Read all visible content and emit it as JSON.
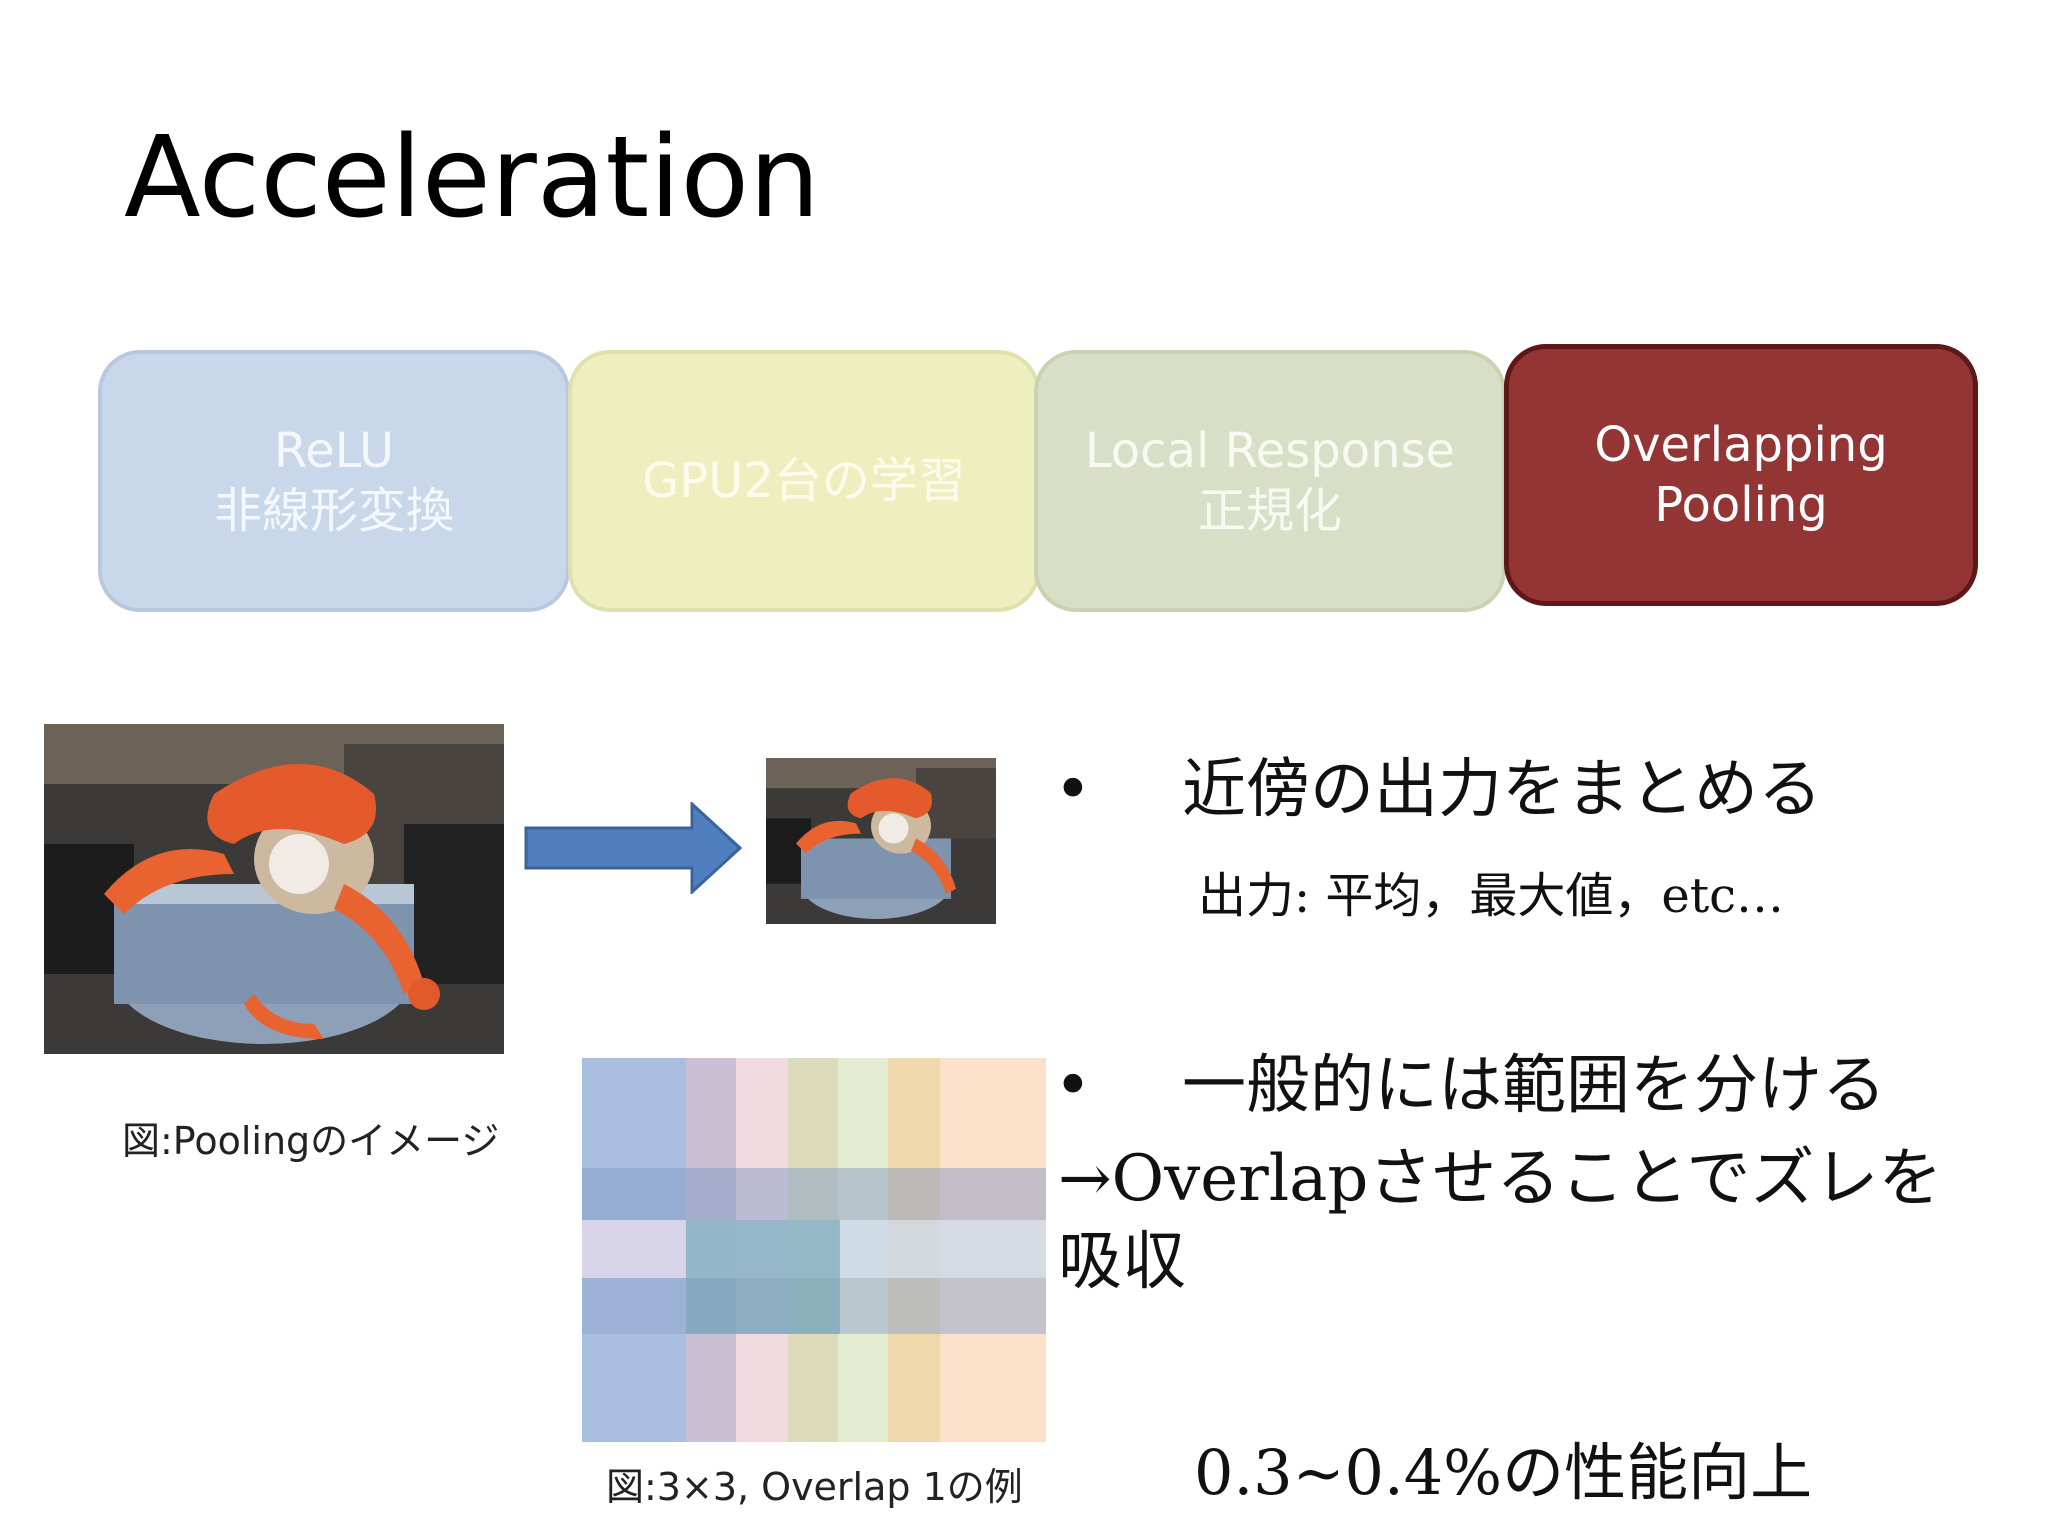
{
  "title": "Acceleration",
  "steps": [
    {
      "line1": "ReLU",
      "line2": "非線形変換"
    },
    {
      "line1": "GPU2台の学習",
      "line2": ""
    },
    {
      "line1": "Local Response",
      "line2": "正規化"
    },
    {
      "line1": "Overlapping",
      "line2": "Pooling"
    }
  ],
  "figures": {
    "pooling_caption": "図:Poolingのイメージ",
    "grid_caption": "図:3×3, Overlap 1の例"
  },
  "bullets": [
    {
      "marker": "•",
      "text": "近傍の出力をまとめる",
      "sub": "出力: 平均，最大値，etc…"
    },
    {
      "marker": "•",
      "text": "一般的には範囲を分ける",
      "sub": "→Overlapさせることでズレを吸収"
    }
  ],
  "result": "0.3~0.4%の性能向上",
  "colors": {
    "relu": "#c9d7ea",
    "gpu": "#eeeebf",
    "lrn": "#d9dfc7",
    "pooling": "#943535",
    "arrow": "#4f7fbf"
  }
}
